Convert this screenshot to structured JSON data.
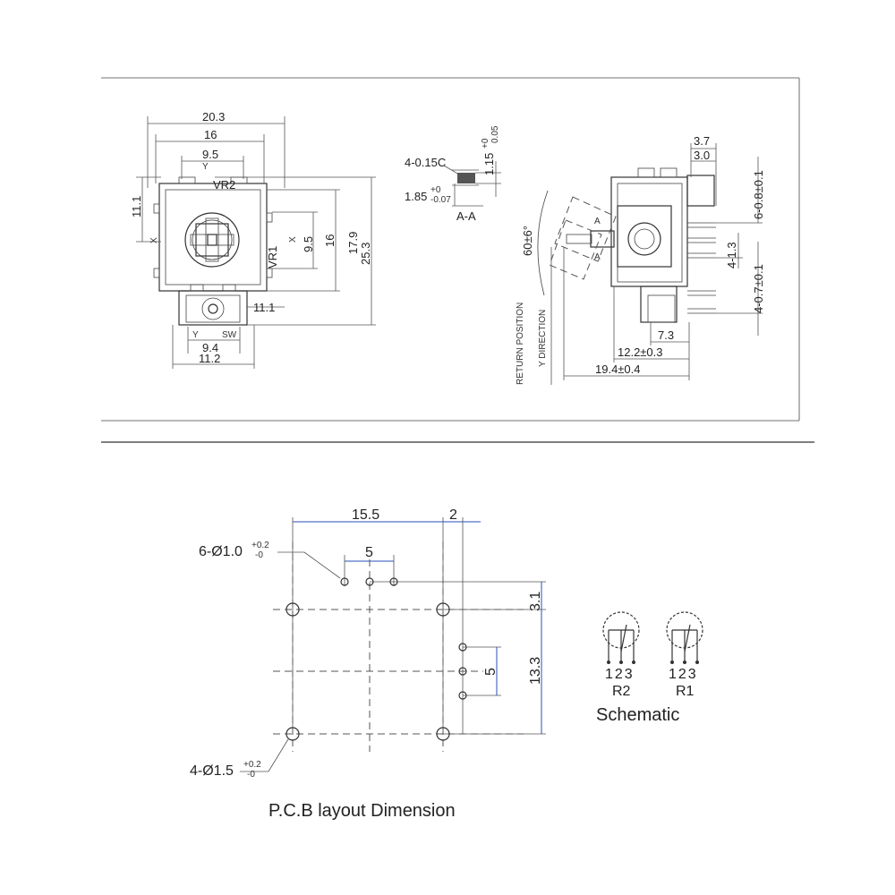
{
  "top": {
    "dims": {
      "w203": "20.3",
      "w16": "16",
      "w95": "9.5",
      "h111": "11.1",
      "vr2": "VR2",
      "vr1": "VR1",
      "x1": "X",
      "x2": "X",
      "y1": "Y",
      "y2": "Y",
      "h95": "9.5",
      "h16": "16",
      "h179": "17.9",
      "h253": "25.3",
      "w111b": "11.1",
      "w94": "9.4",
      "w112": "11.2",
      "sw": "SW"
    },
    "section": {
      "c015": "4-0.15C",
      "h115": "1.15",
      "h115sup": "+0",
      "h115sub": "0.05",
      "h185": "1.85",
      "h185sup": "+0",
      "h185sub": "-0.07",
      "aa": "A-A"
    },
    "side": {
      "w37": "3.7",
      "w30": "3.0",
      "p608": "6-0.8±0.1",
      "p413": "4-1.3",
      "p407": "4-0.7±0.1",
      "w73": "7.3",
      "w122": "12.2±0.3",
      "w194": "19.4±0.4",
      "angle": "60±6°",
      "ret": "RETURN POSITION",
      "ydir": "Y DIRECTION",
      "a": "A"
    }
  },
  "pcb": {
    "d155": "15.5",
    "d2": "2",
    "d5top": "5",
    "d31": "3.1",
    "d5side": "5",
    "d133": "13.3",
    "hole6": "6-Ø1.0",
    "hole6tol": "+0.2",
    "hole6tol2": "-0",
    "hole4": "4-Ø1.5",
    "hole4tol": "+0.2",
    "hole4tol2": "-0",
    "title": "P.C.B layout Dimension"
  },
  "schematic": {
    "r2pins": "123",
    "r1pins": "123",
    "r2": "R2",
    "r1": "R1",
    "title": "Schematic"
  }
}
